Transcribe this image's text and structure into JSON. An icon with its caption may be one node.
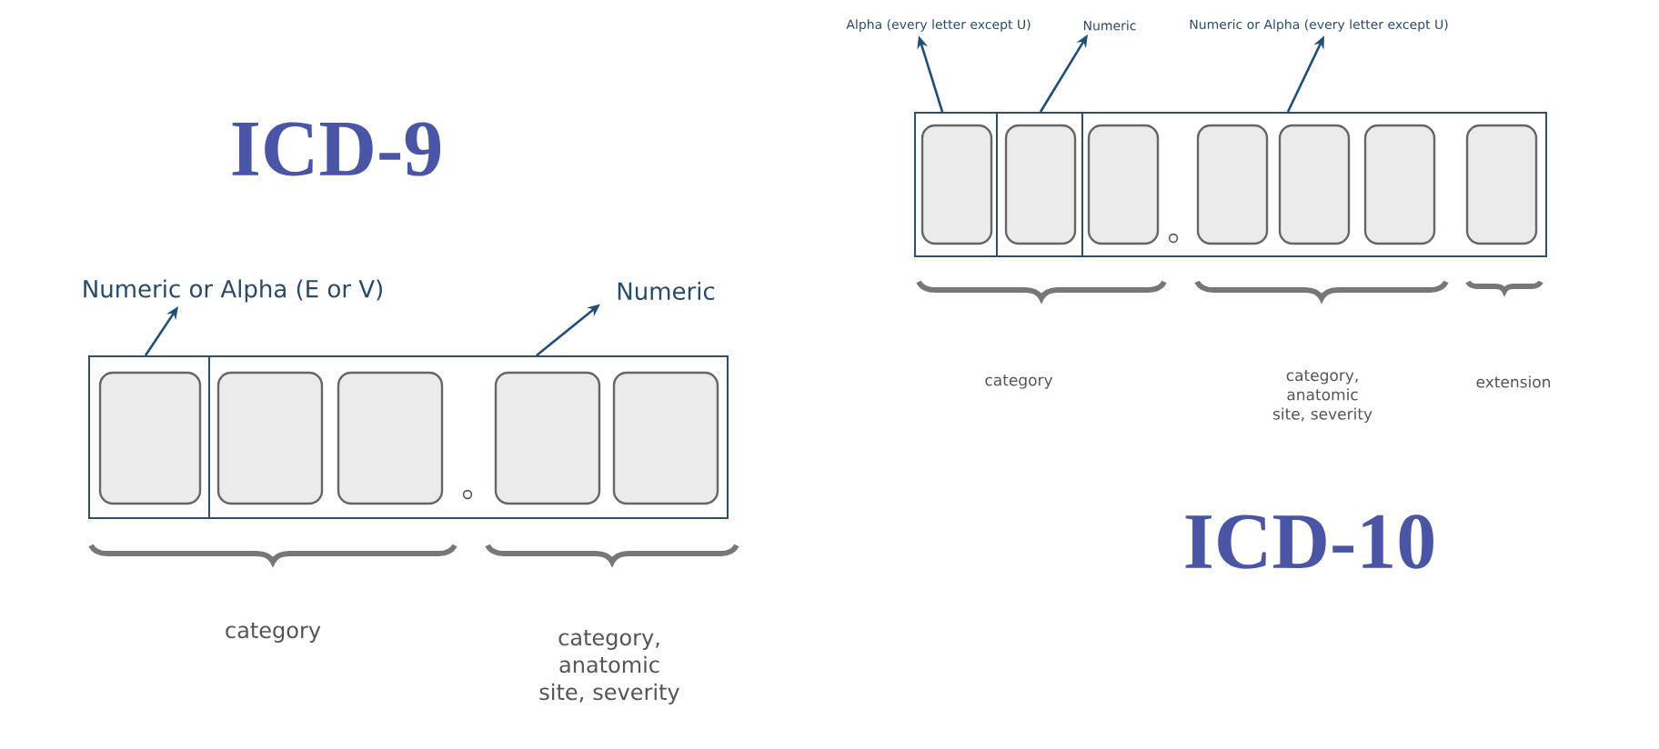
{
  "diagram": {
    "nodes": [
      {
        "text": [
          "Numeric or Alpha (E or V)"
        ]
      },
      {
        "text": [
          "Numeric"
        ]
      },
      {
        "text": [],
        "shape": "box"
      },
      {
        "text": [],
        "shape": "box",
        "in": 2
      },
      {
        "text": [],
        "shape": "box"
      },
      {
        "text": [],
        "shape": "box",
        "in": 4
      },
      {
        "text": [],
        "shape": "box",
        "in": 4
      },
      {
        "text": [],
        "shape": "box",
        "in": 4
      },
      {
        "text": [],
        "shape": "box",
        "in": 4
      },
      {
        "text": [
          "Alpha (every letter except U)"
        ]
      },
      {
        "text": [
          "Numeric"
        ]
      },
      {
        "text": [
          "Numeric or Alpha (every letter except U)"
        ]
      },
      {
        "text": [],
        "shape": "box"
      },
      {
        "text": [],
        "shape": "box",
        "in": 12
      },
      {
        "text": [],
        "shape": "box"
      },
      {
        "text": [],
        "shape": "box",
        "in": 14
      },
      {
        "text": [],
        "shape": "box"
      },
      {
        "text": [],
        "shape": "box",
        "in": 16
      },
      {
        "text": [],
        "shape": "box",
        "in": 16
      },
      {
        "text": [],
        "shape": "box",
        "in": 16
      },
      {
        "text": [],
        "shape": "box",
        "in": 16
      },
      {
        "text": [],
        "shape": "box",
        "in": 16
      }
    ],
    "edges": [
      {
        "from": 2,
        "to": 0,
        "arrow": "to"
      },
      {
        "from": 4,
        "to": 1,
        "arrow": "to"
      },
      {
        "from": 12,
        "to": 9,
        "arrow": "to"
      },
      {
        "from": 14,
        "to": 10,
        "arrow": "to"
      },
      {
        "from": 16,
        "to": 11,
        "arrow": "to"
      }
    ],
    "labels": [
      "ICD-9",
      "category",
      "category, anatomic site, severity",
      "category",
      "category, anatomic site, severity",
      "extension",
      "ICD-10"
    ]
  }
}
